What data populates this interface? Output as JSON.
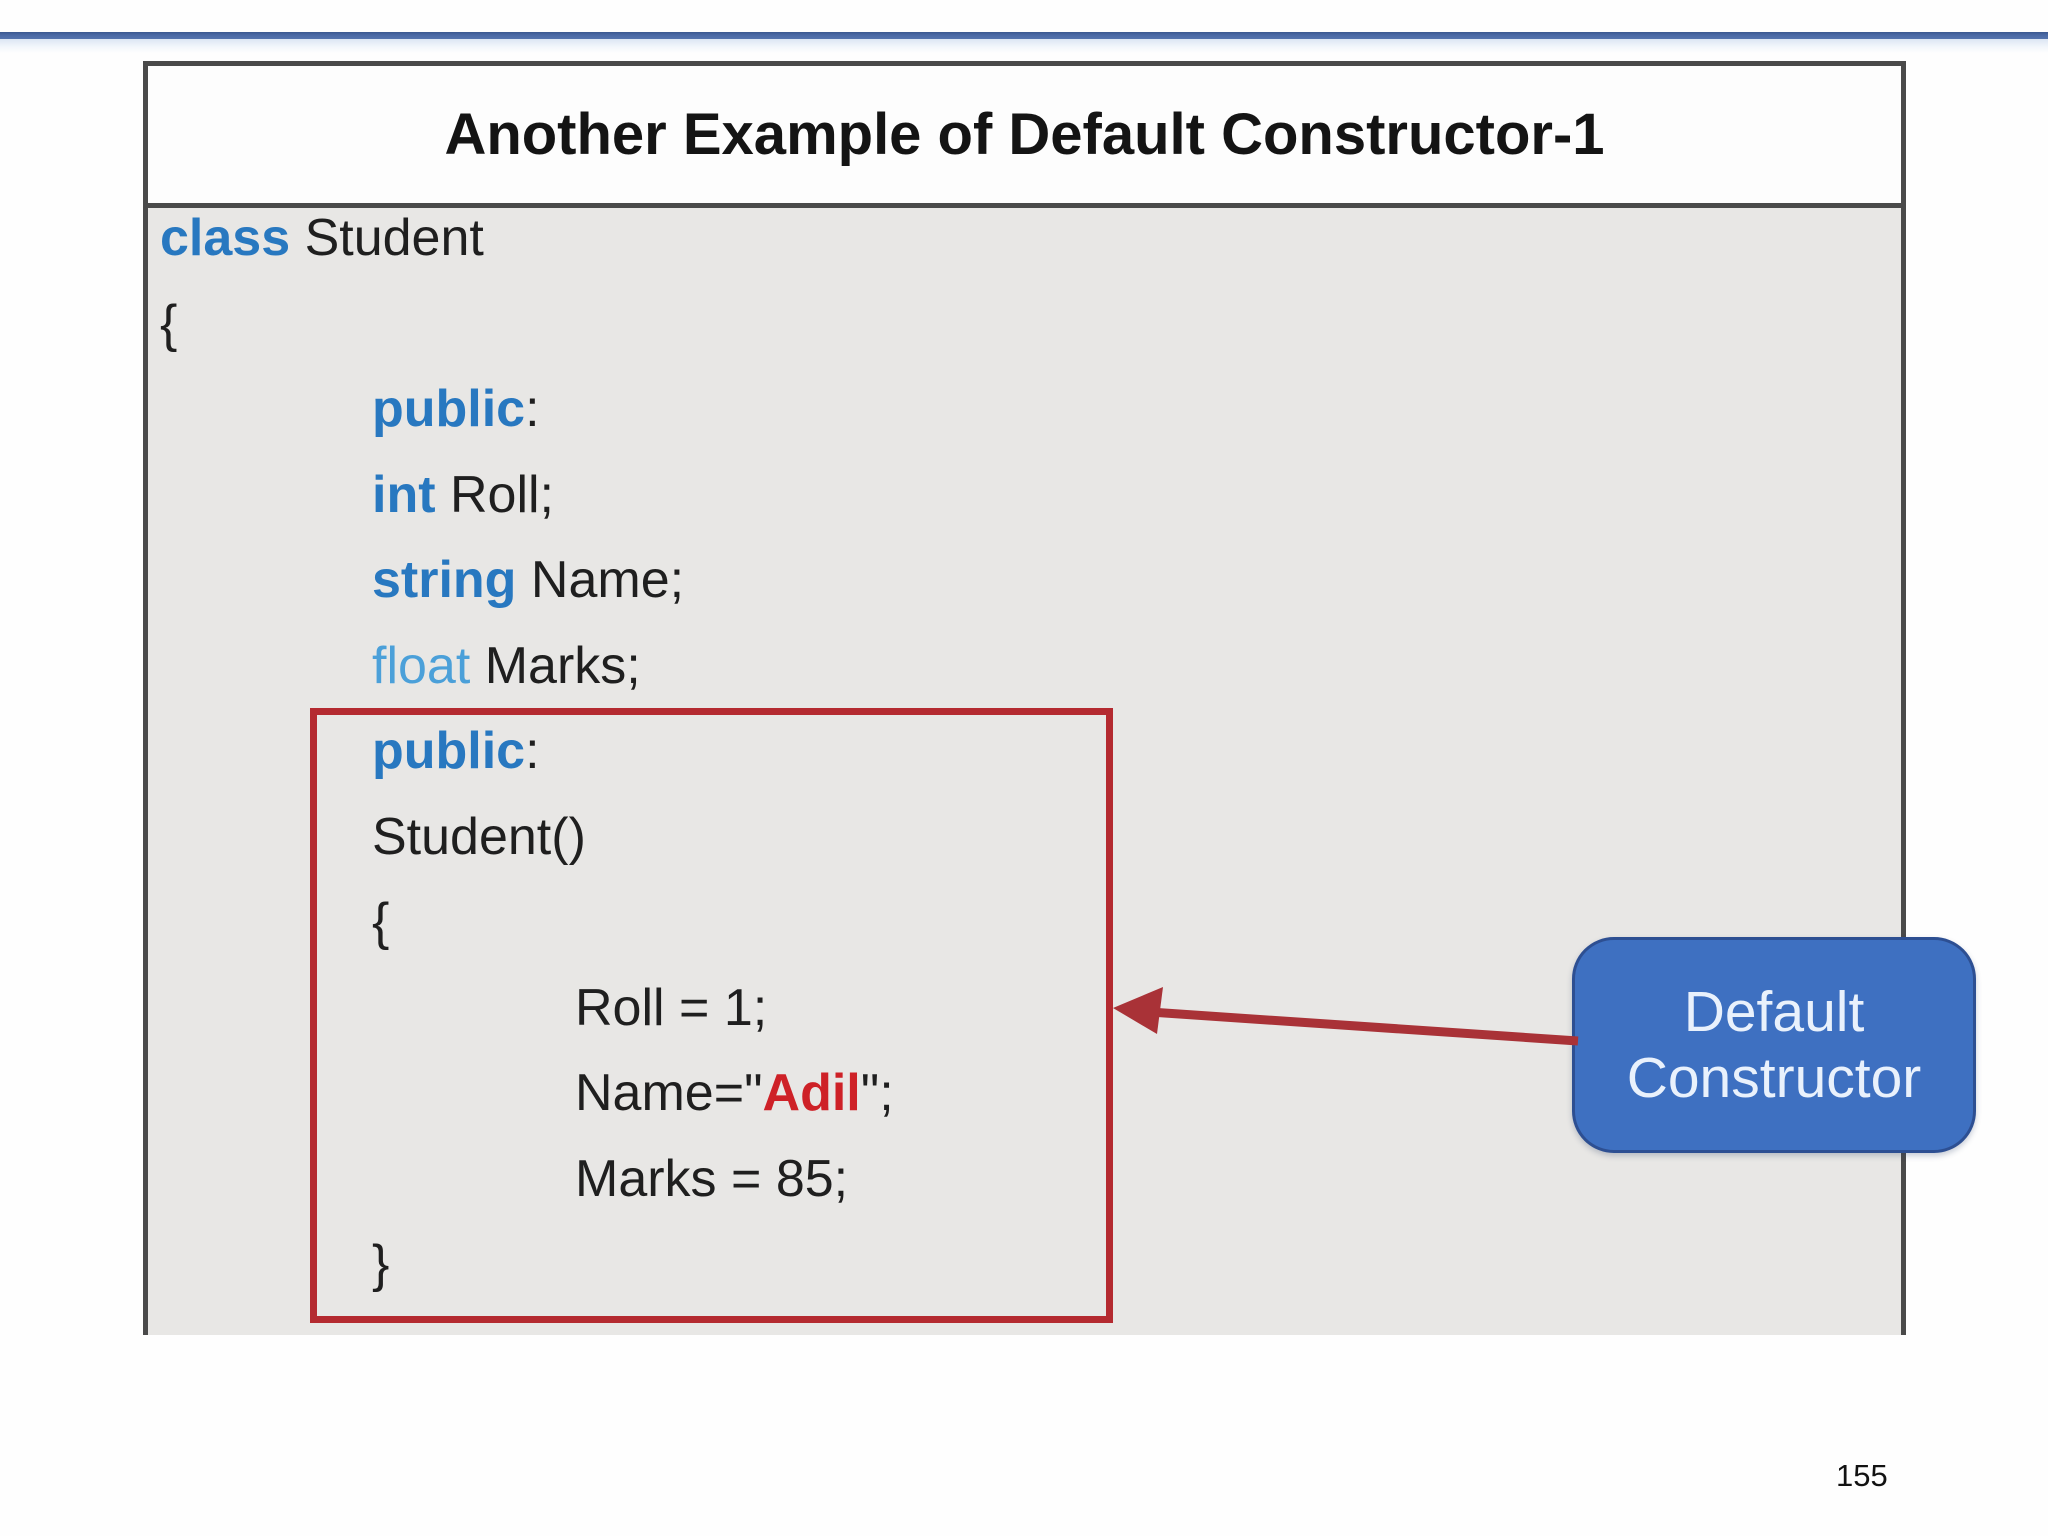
{
  "slide": {
    "title": "Another Example of Default Constructor-1",
    "code": {
      "lines": [
        {
          "indent": 0,
          "segments": [
            {
              "text": "class",
              "style": "kw"
            },
            {
              "text": " Student",
              "style": "plain"
            }
          ]
        },
        {
          "indent": 0,
          "segments": [
            {
              "text": "{",
              "style": "plain"
            }
          ]
        },
        {
          "indent": 1,
          "segments": [
            {
              "text": "public",
              "style": "kw"
            },
            {
              "text": ":",
              "style": "plain"
            }
          ]
        },
        {
          "indent": 1,
          "segments": [
            {
              "text": "int",
              "style": "kw"
            },
            {
              "text": " Roll;",
              "style": "plain"
            }
          ]
        },
        {
          "indent": 1,
          "segments": [
            {
              "text": "string",
              "style": "kw"
            },
            {
              "text": " Name;",
              "style": "plain"
            }
          ]
        },
        {
          "indent": 1,
          "segments": [
            {
              "text": "float",
              "style": "kw-light"
            },
            {
              "text": " Marks;",
              "style": "plain"
            }
          ]
        },
        {
          "indent": 1,
          "segments": [
            {
              "text": "public",
              "style": "kw"
            },
            {
              "text": ":",
              "style": "plain"
            }
          ]
        },
        {
          "indent": 1,
          "segments": [
            {
              "text": "Student()",
              "style": "plain"
            }
          ]
        },
        {
          "indent": 1,
          "segments": [
            {
              "text": "{",
              "style": "plain"
            }
          ]
        },
        {
          "indent": 2,
          "segments": [
            {
              "text": "Roll = 1;",
              "style": "plain"
            }
          ]
        },
        {
          "indent": 2,
          "segments": [
            {
              "text": "Name=\"",
              "style": "plain"
            },
            {
              "text": "Adil",
              "style": "red-bold"
            },
            {
              "text": "\";",
              "style": "plain"
            }
          ]
        },
        {
          "indent": 2,
          "segments": [
            {
              "text": "Marks = 85;",
              "style": "plain"
            }
          ]
        },
        {
          "indent": 1,
          "segments": [
            {
              "text": "}",
              "style": "plain"
            }
          ]
        }
      ]
    },
    "callout": {
      "lines": [
        "Default",
        "Constructor"
      ]
    },
    "colors": {
      "keyword_blue": "#2878c0",
      "light_keyword_blue": "#4ba0d9",
      "code_text": "#1f1f1f",
      "highlight_red": "#b42a30",
      "string_red": "#ce2127",
      "callout_blue": "#3e70c1",
      "callout_border": "#2d4f92",
      "callout_text": "#e9f1fc",
      "top_rule_blue": "#4a69a5",
      "box_border_gray": "#4a4a4a",
      "body_gray": "#e8e7e5"
    }
  },
  "page": {
    "number": "155"
  }
}
